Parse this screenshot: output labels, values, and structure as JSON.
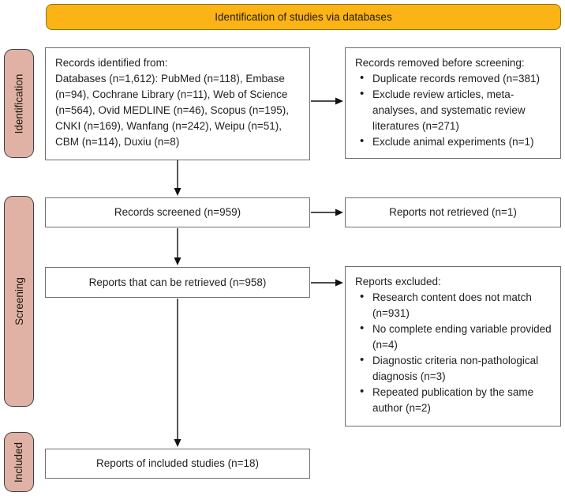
{
  "figure": {
    "title": "Identification of studies via databases"
  },
  "colors": {
    "banner_bg": "#FBB316",
    "banner_border": "#8d7500",
    "stage_bg": "#DFB2A5",
    "stage_border": "#3f3f3f",
    "box_border": "#6f6f6f",
    "arrow": "#111111"
  },
  "stages": [
    {
      "label": "Identification"
    },
    {
      "label": "Screening"
    },
    {
      "label": "Included"
    }
  ],
  "boxes": {
    "identified": {
      "lines": [
        "Records identified from:",
        "Databases (n=1,612): PubMed (n=118), Embase",
        "(n=94), Cochrane Library (n=11), Web of Science",
        "(n=564), Ovid MEDLINE (n=46), Scopus (n=195),",
        "CNKI (n=169), Wanfang (n=242), Weipu (n=51),",
        "CBM (n=114), Duxiu (n=8)"
      ]
    },
    "removed": {
      "title": "Records removed before screening:",
      "bullets": [
        "Duplicate records removed (n=381)",
        "Exclude review articles, meta-analyses, and systematic review literatures (n=271)",
        "Exclude animal experiments (n=1)"
      ]
    },
    "screened": {
      "label": "Records screened (n=959)"
    },
    "not_retrieved": {
      "label": "Reports not retrieved (n=1)"
    },
    "retrieved": {
      "label": "Reports that can be retrieved (n=958)"
    },
    "excluded": {
      "title": "Reports excluded:",
      "bullets": [
        "Research content does not match (n=931)",
        "No complete ending variable provided (n=4)",
        "Diagnostic criteria non-pathological diagnosis (n=3)",
        "Repeated publication by the same author (n=2)"
      ]
    },
    "included": {
      "label": "Reports of included studies (n=18)"
    }
  }
}
